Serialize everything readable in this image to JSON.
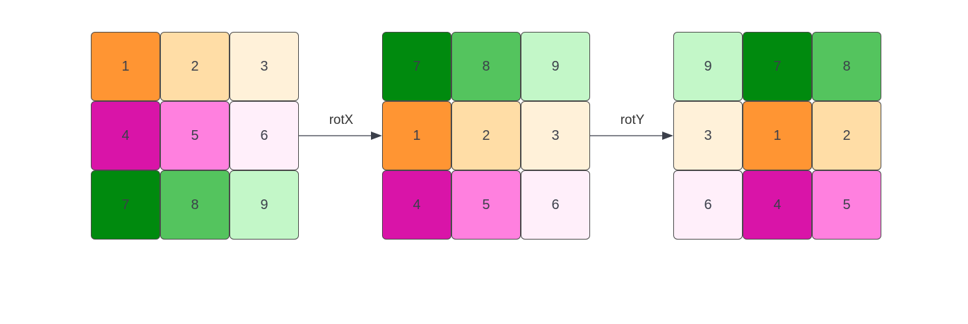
{
  "colors": {
    "1": "#ff9533",
    "2": "#ffdda6",
    "3": "#fff1d9",
    "4": "#d914a8",
    "5": "#ff80df",
    "6": "#ffeffa",
    "7": "#008a0e",
    "8": "#54c45e",
    "9": "#c3f7c8"
  },
  "grids": [
    {
      "cells": [
        [
          "1",
          "2",
          "3"
        ],
        [
          "4",
          "5",
          "6"
        ],
        [
          "7",
          "8",
          "9"
        ]
      ]
    },
    {
      "cells": [
        [
          "7",
          "8",
          "9"
        ],
        [
          "1",
          "2",
          "3"
        ],
        [
          "4",
          "5",
          "6"
        ]
      ]
    },
    {
      "cells": [
        [
          "9",
          "7",
          "8"
        ],
        [
          "3",
          "1",
          "2"
        ],
        [
          "6",
          "4",
          "5"
        ]
      ]
    }
  ],
  "arrows": [
    {
      "label": "rotX"
    },
    {
      "label": "rotY"
    }
  ]
}
